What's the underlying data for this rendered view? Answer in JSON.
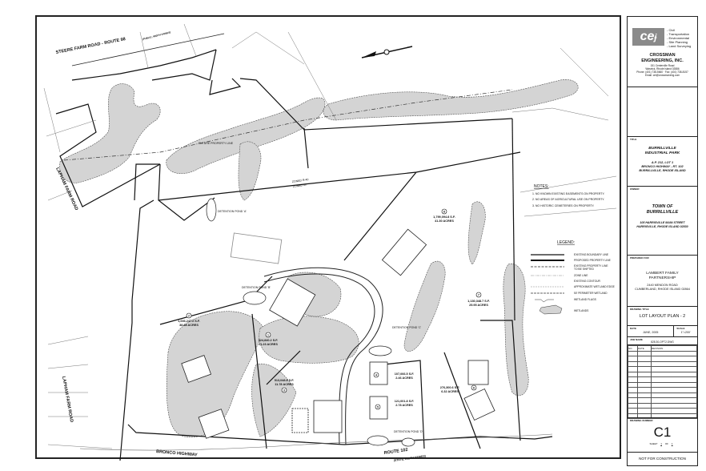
{
  "title_block": {
    "logo_text": "CEI",
    "services": [
      "- Civil",
      "- Transportation",
      "- Environmental",
      "- Site Planning",
      "- Land Surveying"
    ],
    "firm_name_1": "CROSSMAN",
    "firm_name_2": "ENGINEERING, INC.",
    "firm_address_1": "151 Centerville Road",
    "firm_address_2": "Warwick, Rhode Island 02886",
    "firm_phone": "Phone: (401) 738-5660 · Fax: (401) 738-8157",
    "firm_email": "Email: cei@crossmaneng.com",
    "title_label": "TITLE",
    "project_1": "BURRILLVILLE",
    "project_2": "INDUSTRIAL PARK",
    "project_3": "A.P. 212, LOT 1",
    "project_4": "BRONCO HIGHWAY - RT. 102",
    "project_5": "BURRILLVILLE, RHODE ISLAND",
    "owner_label": "OWNER",
    "owner_1": "TOWN OF",
    "owner_2": "BURRILLVILLE",
    "owner_3": "105 HARRISVILLE MAIN STREET",
    "owner_4": "HARRISVILLE, RHODE ISLAND 02830",
    "prepared_label": "PREPARED FOR",
    "prepared_1": "LAMBERT FAMILY",
    "prepared_2": "PARTNERSHIP",
    "prepared_3": "2440 MENDON ROAD",
    "prepared_4": "CUMBERLAND, RHODE ISLAND 02864",
    "drawing_title_label": "DRAWING TITLE",
    "drawing_title": "LOT LAYOUT PLAN - 2",
    "date_label": "DATE",
    "date": "JUNE, 2005",
    "scale_label": "SCALE",
    "scale": "1\"=200'",
    "job_label": "JOB NAME",
    "job": "828.30-OPT2.DWG",
    "rev_headers": [
      "NO.",
      "DATE",
      "REVISION"
    ],
    "drawing_number_label": "DRAWING NUMBER",
    "drawing_number": "C1",
    "sheet_label": "SHEET",
    "sheet": "1",
    "of_label": "OF",
    "of": "1",
    "footer": "NOT FOR CONSTRUCTION"
  },
  "notes": {
    "heading": "NOTES:",
    "items": [
      "1.  NO KNOWN EXISTING EASEMENTS ON PROPERTY.",
      "2.  NO AREAS OF AGRICULTURAL USE ON PROPERTY.",
      "3.  NO HISTORIC CEMETERIES ON PROPERTY."
    ]
  },
  "legend": {
    "heading": "LEGEND:",
    "items": [
      "EXISTING BOUNDARY LINE",
      "PROPOSED PROPERTY LINE",
      "EXISTING PROPERTY LINE",
      "TO BE SHIFTED",
      "ZONE LINE",
      "EXISTING CONTOUR",
      "APPROXIMATE WETLAND EDGE",
      "50' PERIMETER WETLAND",
      "WETLAND FLAGS",
      "WETLANDS"
    ]
  },
  "map": {
    "roads": {
      "steere": "STEERE FARM ROAD - ROUTE 98",
      "steere_sub": "(PUBLIC, WIDTH VARIES)",
      "lapham": "LAPHAM FARM ROAD",
      "lapham_2": "LAPHAM FARM ROAD",
      "bronco": "BRONCO HIGHWAY",
      "route102": "ROUTE 102",
      "route102_sub": "(STATE, WIDTH VARIES)"
    },
    "ponds": [
      "DETENTION POND 'A'",
      "DETENTION POND 'B'",
      "DETENTION POND 'C'",
      "DETENTION POND 'D'"
    ],
    "zone_1": "ZONED R-40",
    "zone_2": "ZONED IG",
    "future_line": "FUTURE PROPERTY LINE",
    "lots": [
      {
        "num": "1",
        "area": "924,840.2 S.F.",
        "acres": "21.23 ACRES"
      },
      {
        "num": "2",
        "area": "1,693,247.2 S.F.",
        "acres": "38.88 ACRES"
      },
      {
        "num": "3",
        "area": "513,048.8 S.F.",
        "acres": "11.78 ACRES"
      },
      {
        "num": "4",
        "area": "107,066.5 S.F.",
        "acres": "2.46 ACRES"
      },
      {
        "num": "5",
        "area": "121,001.8 S.F.",
        "acres": "2.78 ACRES"
      },
      {
        "num": "6",
        "area": "276,300.6 S.F.",
        "acres": "6.32 ACRES"
      },
      {
        "num": "7",
        "area": "1,130,348.7 S.F.",
        "acres": "25.95 ACRES"
      },
      {
        "num": "8",
        "area": "1,799,094.8 S.F.",
        "acres": "41.30 ACRES"
      }
    ],
    "wetland_color": "#d4d4d4"
  }
}
